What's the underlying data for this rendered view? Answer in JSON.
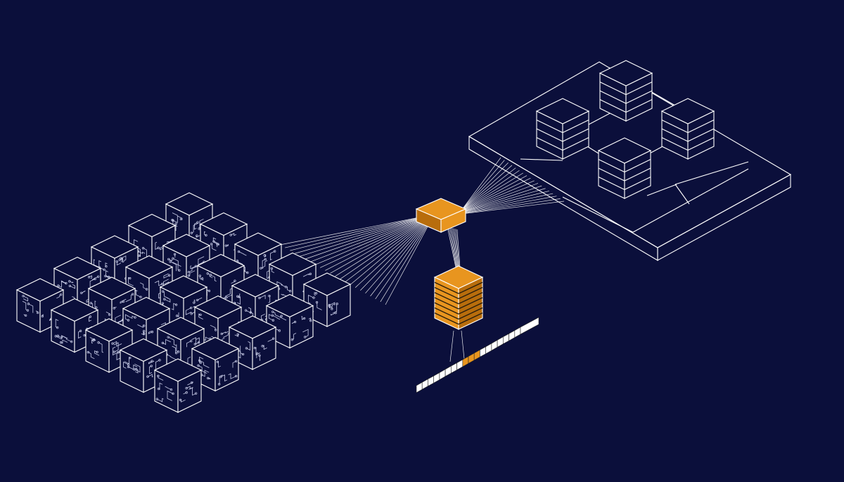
{
  "colors": {
    "background": "#0b0f3b",
    "line": "#ffffff",
    "circuit": "#c9cde8",
    "accent": "#e8951f",
    "accent_dark": "#b86d0c",
    "accent_line": "#2a1e0c"
  },
  "illustration": {
    "cube_cluster": {
      "rows": 5,
      "cols": 5,
      "icon": "circuit-cube-icon"
    },
    "hub": {
      "icon": "orange-hub-cube-icon"
    },
    "storage_stack": {
      "icon": "orange-server-stack-icon",
      "layers": 8
    },
    "memory_strip": {
      "icon": "memory-cell-strip-icon",
      "cells": 18,
      "highlighted": [
        8,
        9,
        10
      ]
    },
    "platform": {
      "icon": "server-platform-icon",
      "servers": 4
    }
  }
}
